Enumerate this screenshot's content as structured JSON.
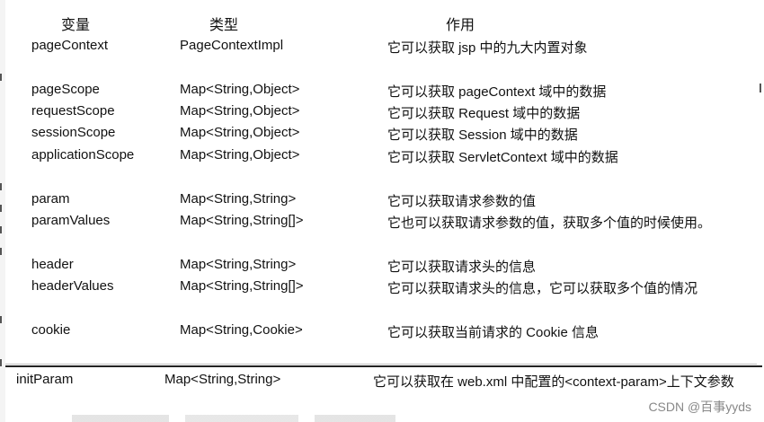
{
  "headers": {
    "variable": "变量",
    "type": "类型",
    "purpose": "作用"
  },
  "rows": [
    {
      "variable": "pageContext",
      "type": "PageContextImpl",
      "purpose": "它可以获取 jsp 中的九大内置对象"
    },
    {
      "variable": "pageScope",
      "type": "Map<String,Object>",
      "purpose": "它可以获取 pageContext 域中的数据"
    },
    {
      "variable": "requestScope",
      "type": "Map<String,Object>",
      "purpose": "它可以获取 Request 域中的数据"
    },
    {
      "variable": "sessionScope",
      "type": "Map<String,Object>",
      "purpose": "它可以获取 Session 域中的数据"
    },
    {
      "variable": "applicationScope",
      "type": "Map<String,Object>",
      "purpose": "它可以获取 ServletContext 域中的数据"
    },
    {
      "variable": "param",
      "type": "Map<String,String>",
      "purpose": "它可以获取请求参数的值"
    },
    {
      "variable": "paramValues",
      "type": "Map<String,String[]>",
      "purpose": "它也可以获取请求参数的值，获取多个值的时候使用。"
    },
    {
      "variable": "header",
      "type": "Map<String,String>",
      "purpose": "它可以获取请求头的信息"
    },
    {
      "variable": "headerValues",
      "type": "Map<String,String[]>",
      "purpose": "它可以获取请求头的信息，它可以获取多个值的情况"
    },
    {
      "variable": "cookie",
      "type": "Map<String,Cookie>",
      "purpose": "它可以获取当前请求的 Cookie 信息"
    }
  ],
  "bottom_row": {
    "variable": "initParam",
    "type": "Map<String,String>",
    "purpose": "它可以获取在 web.xml 中配置的<context-param>上下文参数"
  },
  "watermark": "CSDN @百事yyds"
}
